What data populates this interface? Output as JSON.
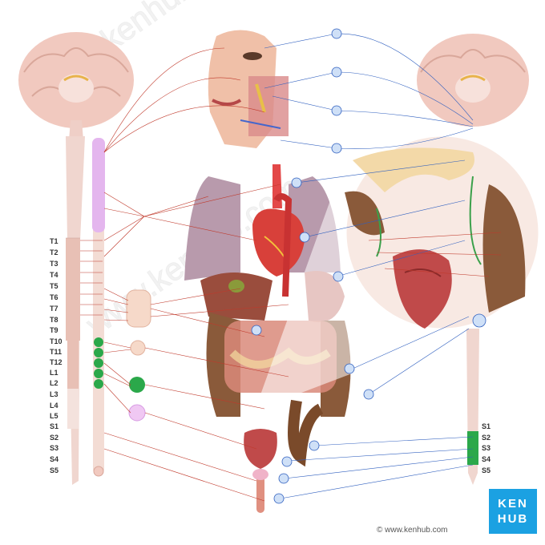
{
  "left_labels": [
    "T1",
    "T2",
    "T3",
    "T4",
    "T5",
    "T6",
    "T7",
    "T8",
    "T9",
    "T10",
    "T11",
    "T12",
    "L1",
    "L2",
    "L3",
    "L4",
    "L5",
    "S1",
    "S2",
    "S3",
    "S4",
    "S5"
  ],
  "right_labels": [
    "S1",
    "S2",
    "S3",
    "S4",
    "S5"
  ],
  "logo": {
    "line1": "KEN",
    "line2": "HUB"
  },
  "copyright": "© www.kenhub.com",
  "colors": {
    "sympathetic": "#c0392b",
    "parasympathetic": "#2f5fbf",
    "ganglion_pink": "#e6b3ee",
    "ganglion_green": "#2ba84a",
    "brain": "#f3cfc6",
    "cord": "#efd3cc",
    "logo": "#1ba1e2"
  },
  "icons": [
    "brain-icon",
    "spinal-cord-icon",
    "face-icon",
    "heart-icon",
    "lungs-icon",
    "intestine-icon",
    "bladder-icon",
    "magnifier-inset-icon",
    "ganglion-icon"
  ]
}
